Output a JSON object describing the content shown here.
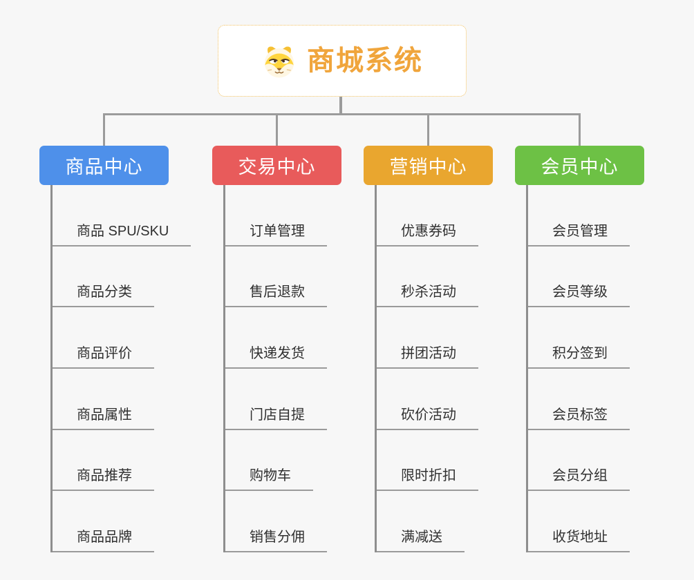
{
  "root": {
    "title": "商城系统",
    "icon": "shiba-dog-icon",
    "title_color": "#f0a53c",
    "border_color": "#f2c05e"
  },
  "connector_color": "#9b9b9b",
  "branches": [
    {
      "label": "商品中心",
      "color": "#4e90ea",
      "children": [
        "商品 SPU/SKU",
        "商品分类",
        "商品评价",
        "商品属性",
        "商品推荐",
        "商品品牌"
      ]
    },
    {
      "label": "交易中心",
      "color": "#e85b5b",
      "children": [
        "订单管理",
        "售后退款",
        "快递发货",
        "门店自提",
        "购物车",
        "销售分佣"
      ]
    },
    {
      "label": "营销中心",
      "color": "#e9a62f",
      "children": [
        "优惠券码",
        "秒杀活动",
        "拼团活动",
        "砍价活动",
        "限时折扣",
        "满减送"
      ]
    },
    {
      "label": "会员中心",
      "color": "#6dc145",
      "children": [
        "会员管理",
        "会员等级",
        "积分签到",
        "会员标签",
        "会员分组",
        "收货地址"
      ]
    }
  ]
}
